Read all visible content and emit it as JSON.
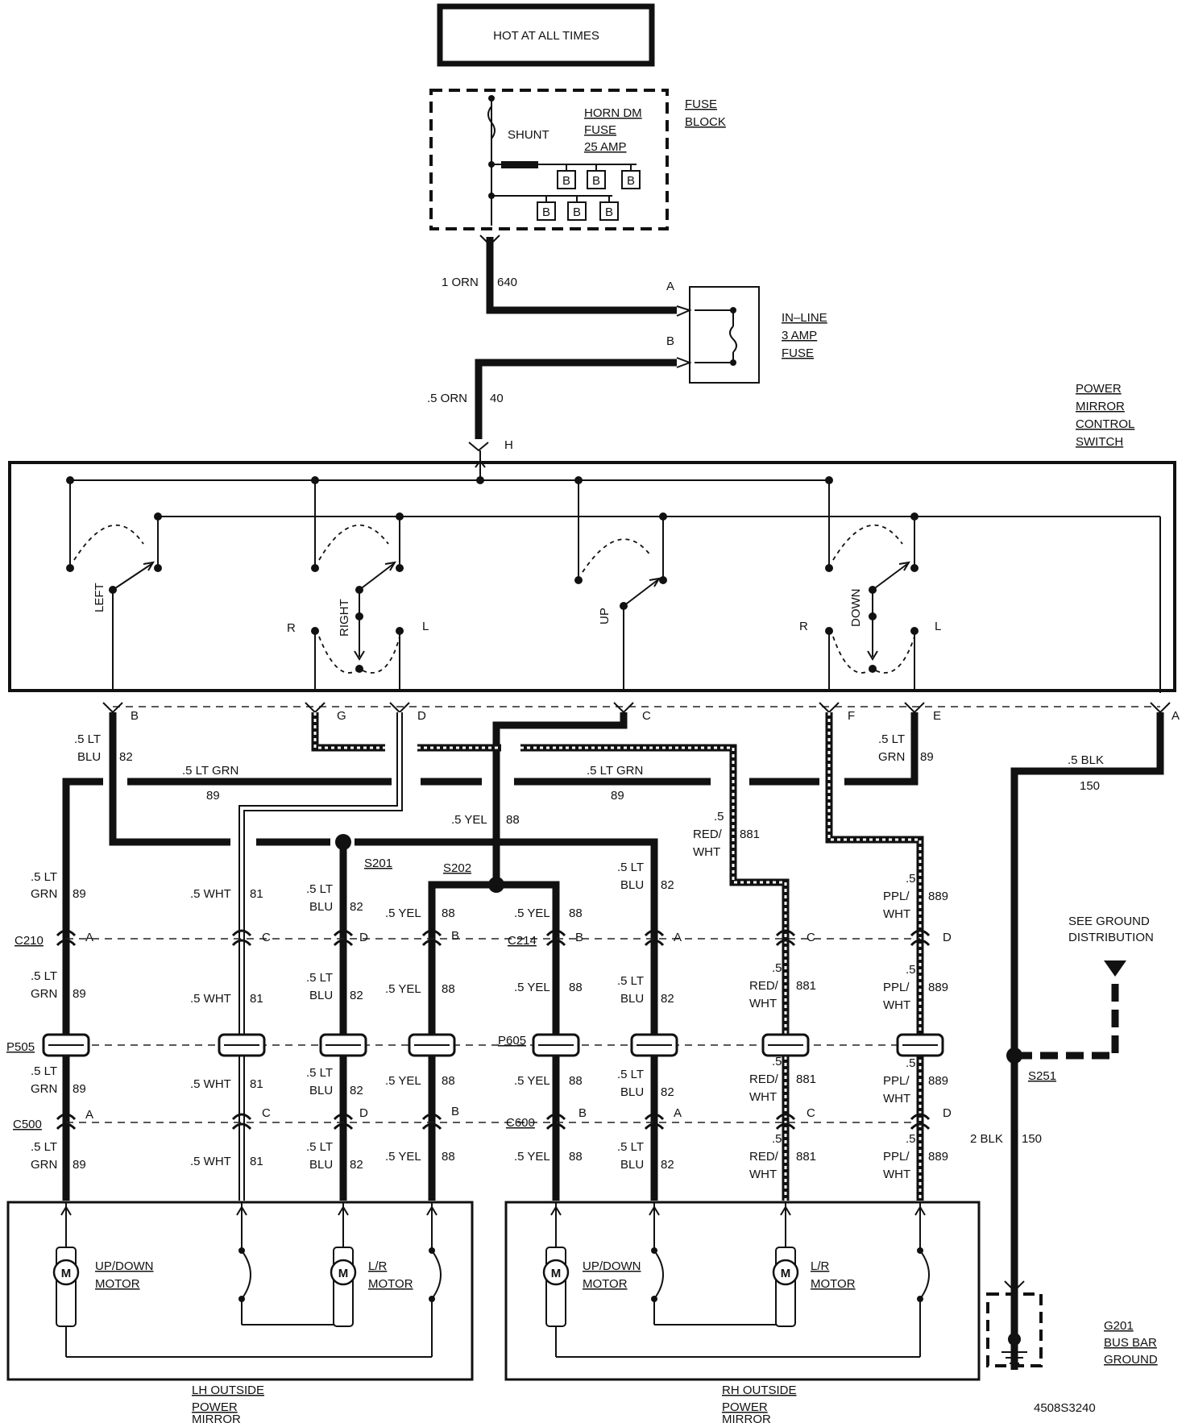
{
  "header": "HOT AT ALL TIMES",
  "fuse_block": {
    "label_1": "FUSE",
    "label_2": "BLOCK",
    "shunt": "SHUNT",
    "fuse_1": "HORN DM",
    "fuse_2": "FUSE",
    "fuse_3": "25 AMP",
    "bus": "B"
  },
  "inline_fuse": {
    "l1": "IN–LINE",
    "l2": "3 AMP",
    "l3": "FUSE",
    "pin_a": "A",
    "pin_b": "B"
  },
  "switch": {
    "l1": "POWER",
    "l2": "MIRROR",
    "l3": "CONTROL",
    "l4": "SWITCH",
    "left": "LEFT",
    "right": "RIGHT",
    "up": "UP",
    "down": "DOWN",
    "r": "R",
    "l": "L"
  },
  "pins": {
    "h": "H",
    "a": "A",
    "b": "B",
    "c": "C",
    "d": "D",
    "e": "E",
    "f": "F",
    "g": "G"
  },
  "wires": {
    "orn1_size": "1 ORN",
    "orn1_num": "640",
    "orn5_size": ".5 ORN",
    "orn5_num": "40",
    "lt": ".5 LT",
    "blu": "BLU",
    "grn": "GRN",
    "n82": "82",
    "n89": "89",
    "ltgrn": ".5 LT GRN",
    "yel": ".5 YEL",
    "n88": "88",
    "wht": ".5 WHT",
    "n81": "81",
    "half": ".5",
    "red": "RED/",
    "whtslash": "WHT",
    "n881": "881",
    "ppl": "PPL/",
    "n889": "889",
    "blk5": ".5 BLK",
    "n150": "150",
    "blk2": "2 BLK"
  },
  "splices": {
    "s201": "S201",
    "s202": "S202",
    "s251": "S251"
  },
  "connectors": {
    "c210": "C210",
    "c214": "C214",
    "p505": "P505",
    "p605": "P605",
    "c500": "C500",
    "c600": "C600"
  },
  "ground": {
    "see1": "SEE GROUND",
    "see2": "DISTRIBUTION",
    "g201": "G201",
    "g2": "BUS BAR",
    "g3": "GROUND"
  },
  "mirror": {
    "m": "M",
    "updown": "UP/DOWN",
    "motor": "MOTOR",
    "lr": "L/R",
    "lh1": "LH OUTSIDE",
    "rh1": "RH OUTSIDE",
    "p2": "POWER",
    "p3": "MIRROR"
  },
  "code": "4508S3240"
}
